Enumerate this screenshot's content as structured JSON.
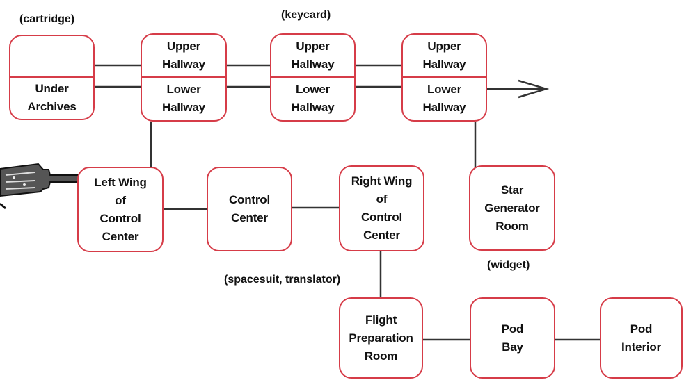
{
  "rooms": {
    "under_archives": {
      "top": "",
      "bottom": "Under\nArchives"
    },
    "hallway_1": {
      "top": "Upper\nHallway",
      "bottom": "Lower\nHallway"
    },
    "hallway_2": {
      "top": "Upper\nHallway",
      "bottom": "Lower\nHallway"
    },
    "hallway_3": {
      "top": "Upper\nHallway",
      "bottom": "Lower\nHallway"
    },
    "left_wing": "Left Wing\nof\nControl\nCenter",
    "control_center": "Control\nCenter",
    "right_wing": "Right Wing\nof\nControl\nCenter",
    "star_generator": "Star\nGenerator\nRoom",
    "flight_prep": "Flight\nPreparation\nRoom",
    "pod_bay": "Pod\nBay",
    "pod_interior": "Pod\nInterior"
  },
  "items": {
    "cartridge": "(cartridge)",
    "keycard": "(keycard)",
    "widget": "(widget)",
    "spacesuit_translator": "(spacesuit, translator)"
  },
  "colors": {
    "room_border": "#d63c48",
    "connector": "#333333",
    "text": "#111111"
  },
  "icons": [
    "pointing-hand-icon",
    "arrow-right-icon"
  ]
}
